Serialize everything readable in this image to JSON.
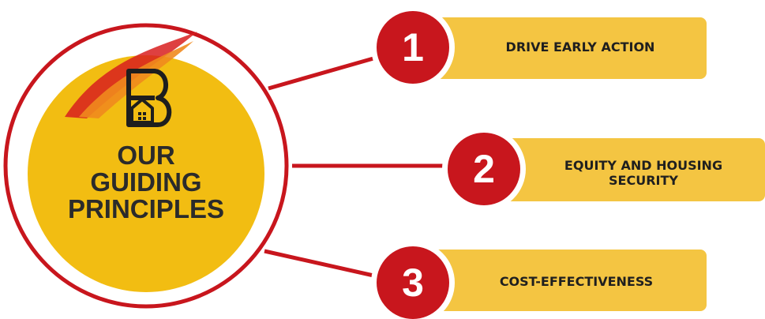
{
  "center": {
    "title_lines": [
      "OUR",
      "GUIDING",
      "PRINCIPLES"
    ],
    "logo_icon": "letter-b-house-logo-icon"
  },
  "principles": [
    {
      "number": "1",
      "label": "DRIVE EARLY ACTION"
    },
    {
      "number": "2",
      "label_lines": [
        "EQUITY AND HOUSING",
        "SECURITY"
      ]
    },
    {
      "number": "3",
      "label": "COST-EFFECTIVENESS"
    }
  ],
  "colors": {
    "accent_red": "#c8161d",
    "accent_yellow": "#f4c542",
    "center_yellow": "#f2bd12",
    "swoosh_orange": "#f08a1e"
  }
}
